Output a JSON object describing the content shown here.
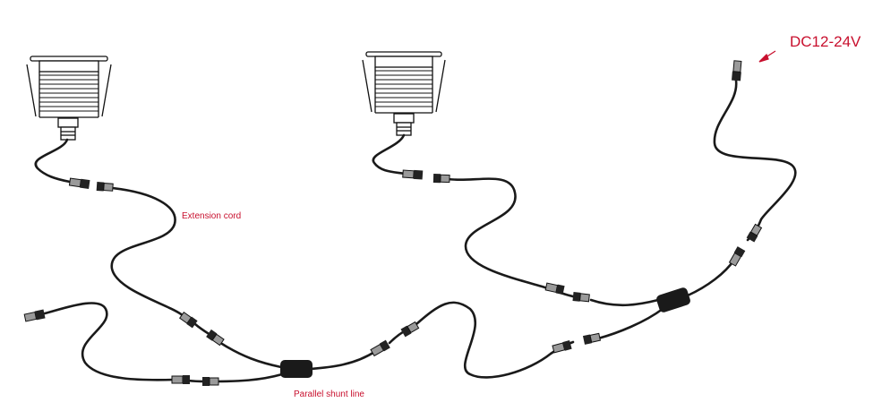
{
  "labels": {
    "power_input": "DC12-24V",
    "extension_cord": "Extension cord",
    "parallel_shunt": "Parallel shunt line"
  },
  "colors": {
    "label_red": "#c8102e",
    "cable": "#1a1a1a",
    "connector": "#222222",
    "connector_light": "#9a9a9a",
    "fixture_outline": "#111111"
  }
}
